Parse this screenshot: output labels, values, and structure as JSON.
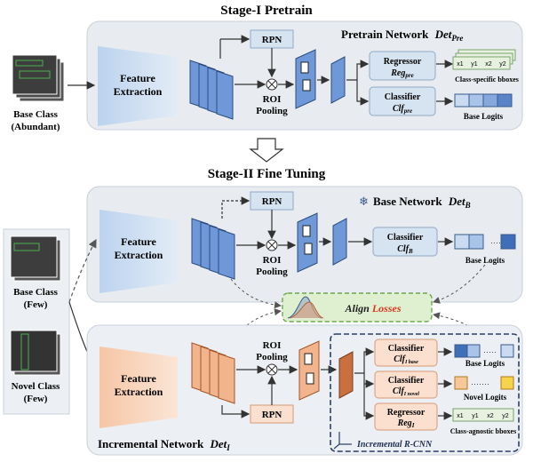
{
  "stage1": {
    "heading": "Stage-I Pretrain",
    "network_title": "Pretrain Network",
    "network_symbol": "Det",
    "network_sub": "Pre",
    "input_label_1": "Base Class",
    "input_label_2": "(Abundant)",
    "feature_1": "Feature",
    "feature_2": "Extraction",
    "rpn": "RPN",
    "roi_1": "ROI",
    "roi_2": "Pooling",
    "regressor_label": "Regressor",
    "regressor_symbol": "Reg",
    "regressor_sub": "pre",
    "classifier_label": "Classifier",
    "classifier_symbol": "Clf",
    "classifier_sub": "pre",
    "bbox_cells": [
      "x1",
      "y1",
      "x2",
      "y2"
    ],
    "bbox_caption": "Class-specific bboxes",
    "logits_caption": "Base Logits"
  },
  "stage2": {
    "heading": "Stage-II Fine Tuning",
    "base_network_title": "Base Network",
    "base_network_symbol": "Det",
    "base_network_sub": "B",
    "freeze_icon": "❄",
    "input_base_1": "Base Class",
    "input_base_2": "(Few)",
    "input_novel_1": "Novel Class",
    "input_novel_2": "(Few)",
    "feature_1": "Feature",
    "feature_2": "Extraction",
    "rpn": "RPN",
    "roi_1": "ROI",
    "roi_2": "Pooling",
    "base_classifier_label": "Classifier",
    "base_classifier_symbol": "Clf",
    "base_classifier_sub": "B",
    "base_logits_caption": "Base Logits",
    "align_label_1": "Align",
    "align_label_2": "Losses",
    "incremental_network_title": "Incremental Network",
    "incremental_network_symbol": "Det",
    "incremental_network_sub": "I",
    "inc_roi_1": "ROI",
    "inc_roi_2": "Pooling",
    "inc_rpn": "RPN",
    "clf_base_label": "Classifier",
    "clf_base_symbol": "Clf",
    "clf_base_sub": "I base",
    "clf_novel_label": "Classifier",
    "clf_novel_symbol": "Clf",
    "clf_novel_sub": "I novel",
    "reg_label": "Regressor",
    "reg_symbol": "Reg",
    "reg_sub": "I",
    "inc_base_logits": "Base Logits",
    "inc_novel_logits": "Novel Logits",
    "inc_bbox_cells": [
      "x1",
      "y1",
      "x2",
      "y2"
    ],
    "inc_bbox_caption": "Class-agnostic bboxes",
    "rcnn_label": "Incremental R-CNN"
  },
  "colors": {
    "blue_panel": "#d6e3f1",
    "blue_fill": "#6f98d8",
    "orange_fill": "#f2b48d",
    "green_box": "#dff0d0",
    "green_border": "#6aa84f",
    "losses_red": "#e0341f"
  }
}
